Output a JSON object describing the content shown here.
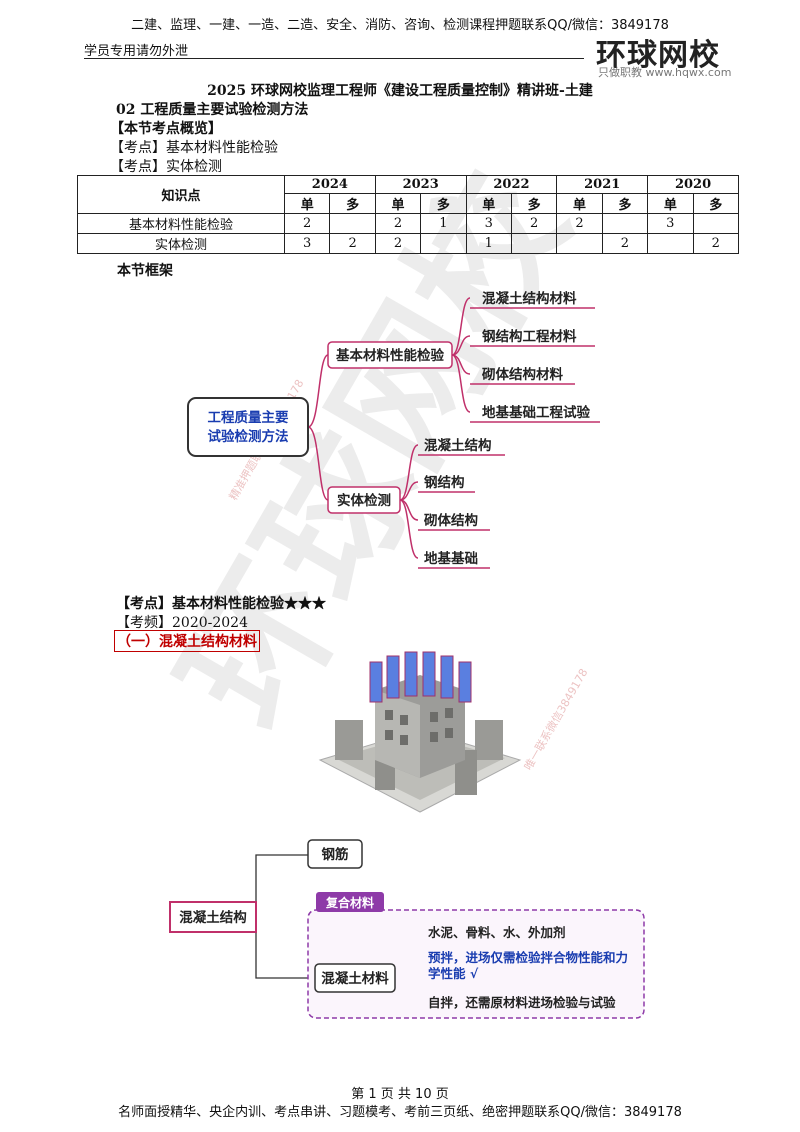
{
  "header": {
    "top_text": "二建、监理、一建、一造、二造、安全、消防、咨询、检测课程押题联系QQ/微信：3849178",
    "notice": "学员专用请勿外泄",
    "logo_text": "环球网校",
    "logo_sub": "只做职教  www.hqwx.com"
  },
  "doc": {
    "title": "2025 环球网校监理工程师《建设工程质量控制》精讲班-土建",
    "section": "02 工程质量主要试验检测方法",
    "overview": "【本节考点概览】",
    "kaodian1": "【考点】基本材料性能检验",
    "kaodian2": "【考点】实体检测",
    "framework_label": "本节框架",
    "kp_title": "【考点】基本材料性能检验★★★",
    "kp_freq": "【考频】2020-2024",
    "subsection": "（一）混凝土结构材料"
  },
  "table": {
    "header_label": "知识点",
    "years": [
      "2024",
      "2023",
      "2022",
      "2021",
      "2020"
    ],
    "sub": [
      "单",
      "多"
    ],
    "rows": [
      {
        "name": "基本材料性能检验",
        "cells": [
          "2",
          "",
          "2",
          "1",
          "3",
          "2",
          "2",
          "",
          "3",
          ""
        ]
      },
      {
        "name": "实体检测",
        "cells": [
          "3",
          "2",
          "2",
          "",
          "1",
          "",
          "",
          "2",
          "",
          "2"
        ]
      }
    ]
  },
  "mindmap1": {
    "root": [
      "工程质量主要",
      "试验检测方法"
    ],
    "branch1": "基本材料性能检验",
    "branch1_items": [
      "混凝土结构材料",
      "钢结构工程材料",
      "砌体结构材料",
      "地基基础工程试验"
    ],
    "branch2": "实体检测",
    "branch2_items": [
      "混凝土结构",
      "钢结构",
      "砌体结构",
      "地基基础"
    ]
  },
  "mindmap2": {
    "root": "混凝土结构",
    "branch_top": "钢筋",
    "group_label": "复合材料",
    "branch_bottom": "混凝土材料",
    "items": [
      "水泥、骨料、水、外加剂",
      "预拌，进场仅需检验拌合物性能和力",
      "学性能 √",
      "自拌，还需原材料进场检验与试验"
    ]
  },
  "watermark": {
    "big": "环球网校",
    "small1": "精准押题联系微信3849178",
    "small2": "唯一联系微信3849178"
  },
  "footer": {
    "page": "第 1 页 共 10 页",
    "text": "名师面授精华、央企内训、考点串讲、习题模考、考前三页纸、绝密押题联系QQ/微信：3849178"
  },
  "colors": {
    "accent_red": "#c00000",
    "mindmap_line": "#c0306a",
    "node_border": "#333333",
    "composite_purple": "#8e3aa8",
    "blue_text": "#1a3db0"
  }
}
